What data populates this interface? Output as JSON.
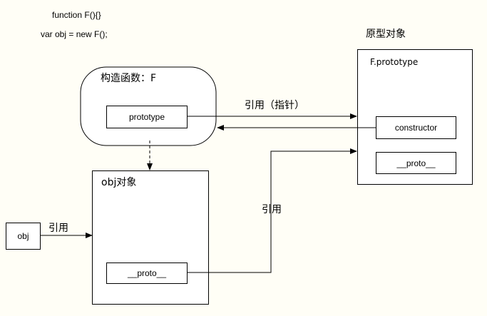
{
  "code": {
    "line1": "function F(){}",
    "line2": "var obj = new F();"
  },
  "constructor_node": {
    "title": "构造函数：F",
    "field": "prototype"
  },
  "prototype_node": {
    "heading": "原型对象",
    "title": "F.prototype",
    "field_constructor": "constructor",
    "field_proto": "__proto__"
  },
  "instance_node": {
    "title": "obj对象",
    "field_proto": "__proto__"
  },
  "variable_node": {
    "label": "obj"
  },
  "edges": {
    "prototype_ref": "引用（指针）",
    "proto_ref": "引用",
    "var_ref": "引用"
  }
}
